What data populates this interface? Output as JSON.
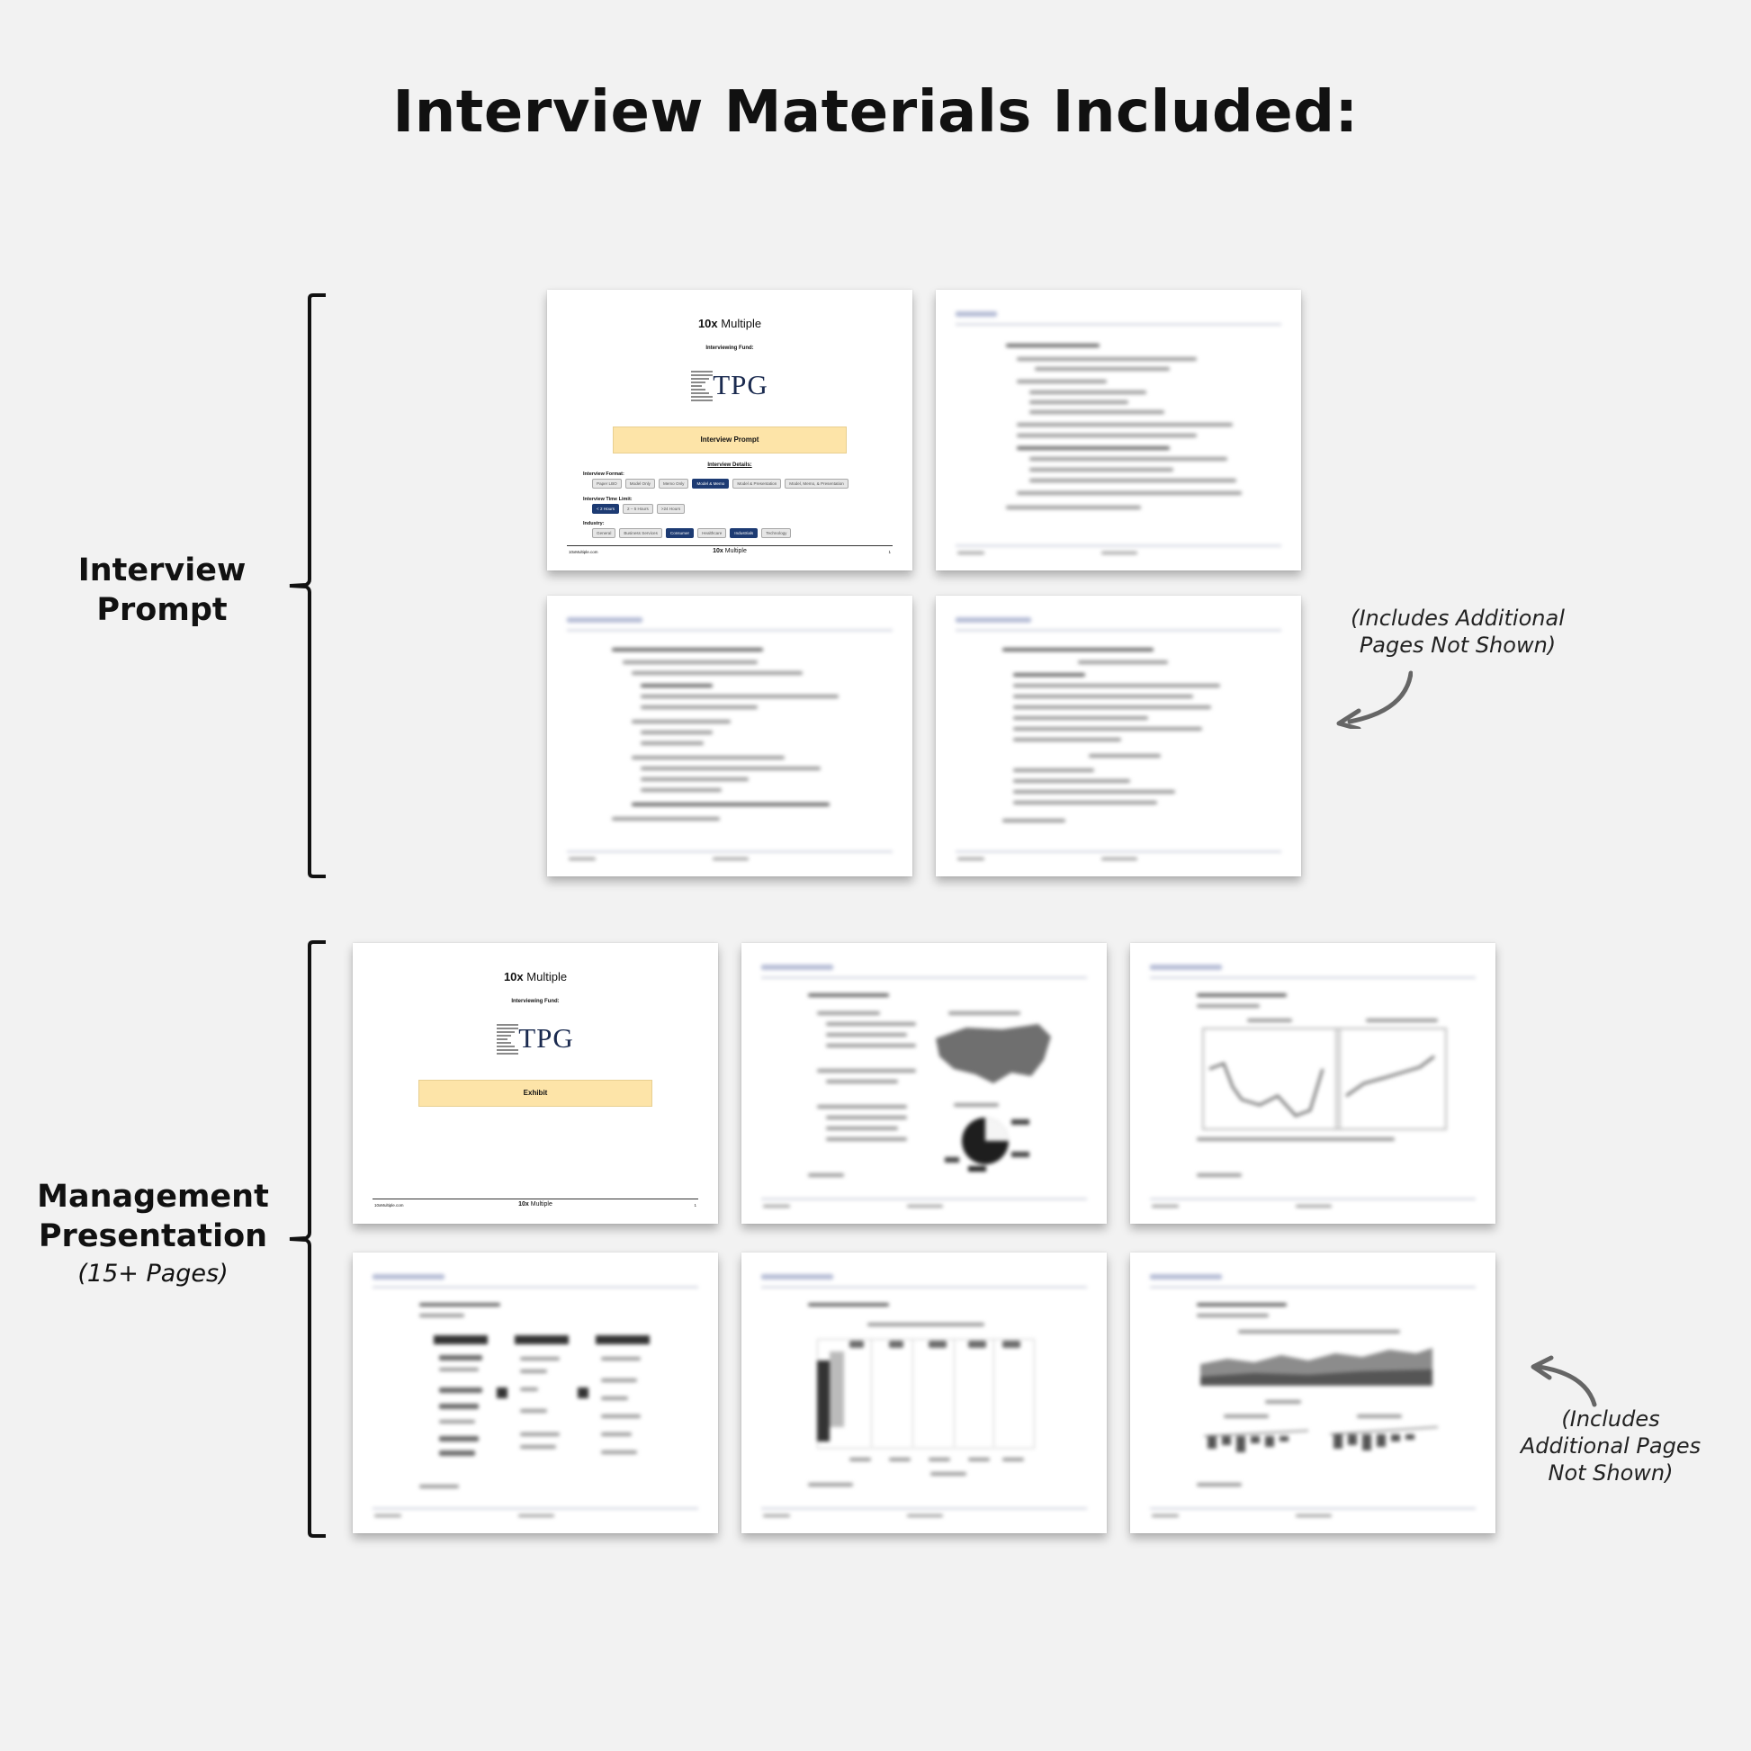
{
  "title": "Interview Materials Included:",
  "sections": {
    "interview": {
      "label_line1": "Interview",
      "label_line2": "Prompt"
    },
    "management": {
      "label_line1": "Management",
      "label_line2": "Presentation",
      "pages_note": "(15+ Pages)"
    }
  },
  "notes": {
    "interview": {
      "line1": "(Includes Additional",
      "line2": "Pages Not Shown)"
    },
    "management": {
      "line1": "(Includes",
      "line2": "Additional Pages",
      "line3": "Not Shown)"
    }
  },
  "cover": {
    "brand_num": "10x",
    "brand_word": "Multiple",
    "fund_label": "Interviewing Fund:",
    "fund_name": "TPG",
    "footer_left": "10xMultiple.com",
    "footer_right": "1"
  },
  "interview_cover": {
    "banner": "Interview Prompt",
    "details_heading": "Interview Details:",
    "format": {
      "label": "Interview Format:",
      "options": [
        "Paper LBO",
        "Model Only",
        "Memo Only",
        "Model & Memo",
        "Model & Presentation",
        "Model, Memo, & Presentation"
      ],
      "selected": [
        3
      ]
    },
    "time": {
      "label": "Interview Time Limit:",
      "options": [
        "< 2 Hours",
        "2 – 5 Hours",
        ">24 Hours"
      ],
      "selected": [
        0
      ]
    },
    "industry": {
      "label": "Industry:",
      "options": [
        "General",
        "Business Services",
        "Consumer",
        "Healthcare",
        "Industrials",
        "Technology"
      ],
      "selected": [
        2,
        4
      ]
    }
  },
  "presentation_cover": {
    "banner": "Exhibit"
  },
  "colors": {
    "background": "#f2f2f2",
    "banner": "#fde4a8",
    "selected_chip": "#1d3b73",
    "tpg_blue": "#1a2a4f"
  }
}
